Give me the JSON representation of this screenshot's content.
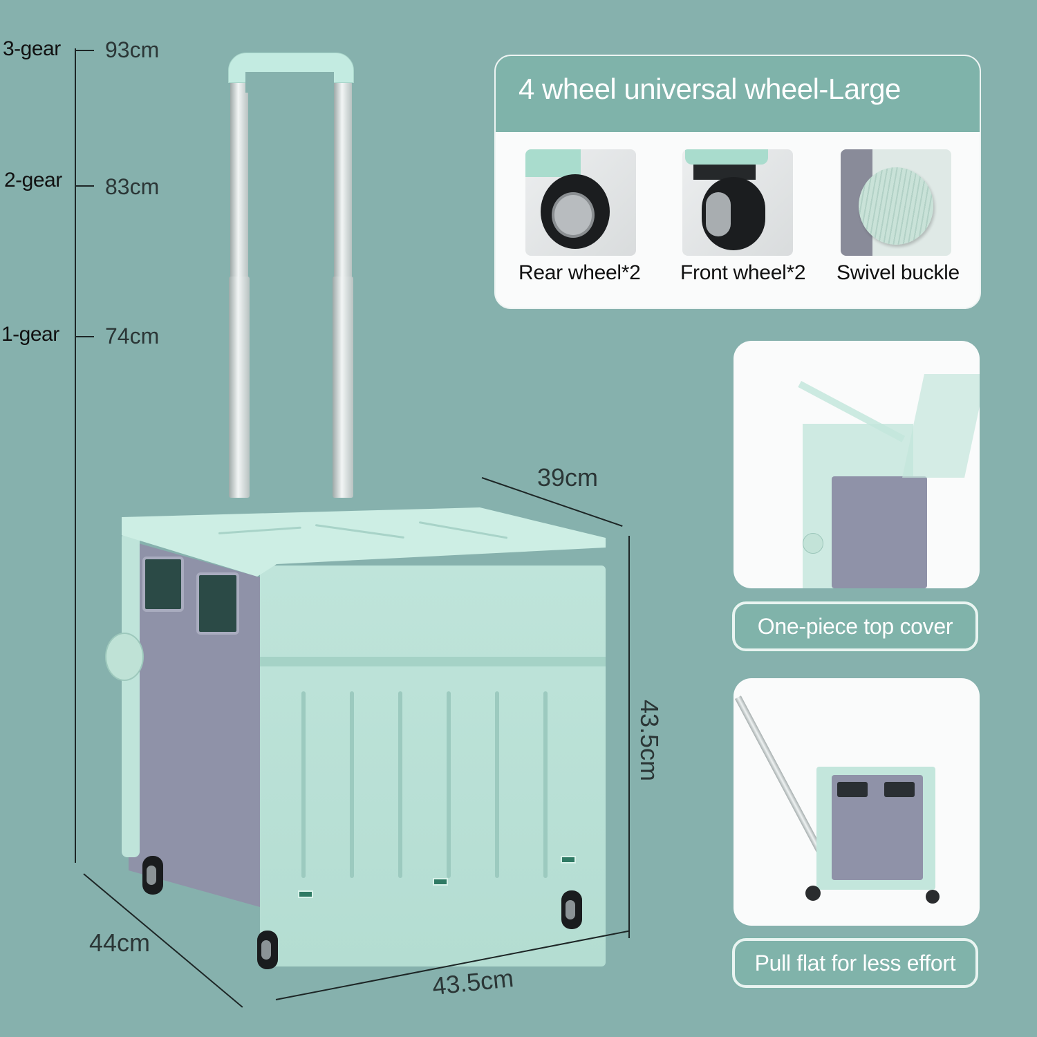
{
  "height_scale": {
    "gears": [
      {
        "label": "3-gear",
        "value": "93cm"
      },
      {
        "label": "2-gear",
        "value": "83cm"
      },
      {
        "label": "1-gear",
        "value": "74cm"
      }
    ]
  },
  "dimensions": {
    "depth_top": "39cm",
    "height": "43.5cm",
    "depth_side": "44cm",
    "width_front": "43.5cm"
  },
  "wheel_panel": {
    "title": "4 wheel universal wheel-Large",
    "items": [
      {
        "label": "Rear wheel*2",
        "icon": "rear-wheel-icon"
      },
      {
        "label": "Front wheel*2",
        "icon": "front-wheel-icon"
      },
      {
        "label": "Swivel buckle",
        "icon": "swivel-buckle-icon"
      }
    ]
  },
  "features": [
    {
      "caption": "One-piece top cover",
      "image": "open-lid-cart"
    },
    {
      "caption": "Pull flat for less effort",
      "image": "cart-tilted-handle"
    }
  ],
  "colors": {
    "background": "#86b1ad",
    "accent_teal": "#7fb3aa",
    "cart_mint": "#bfe4da",
    "cart_gray": "#8f92a8",
    "panel_white": "#fafbfb"
  }
}
